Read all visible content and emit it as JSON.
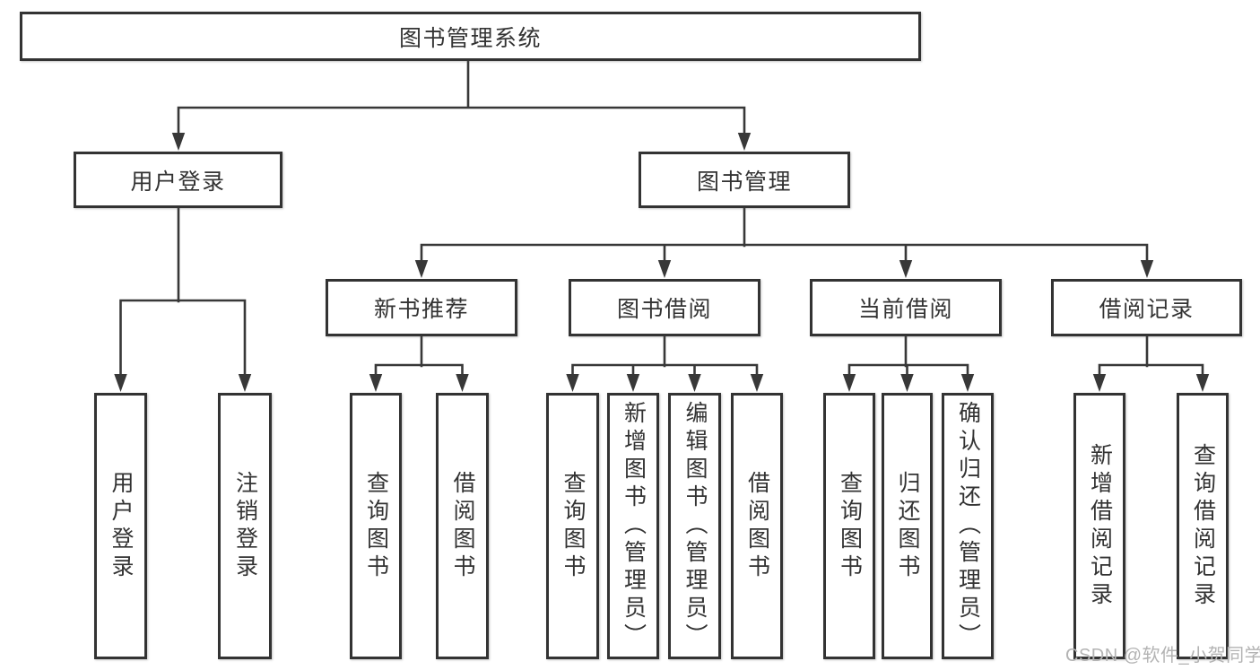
{
  "nodes": {
    "root": "图书管理系统",
    "user_login": "用户登录",
    "book_management": "图书管理",
    "new_book_recommend": "新书推荐",
    "book_borrowing": "图书借阅",
    "current_borrowing": "当前借阅",
    "borrowing_records": "借阅记录",
    "leaf_user_login": "用户登录",
    "leaf_logout": "注销登录",
    "leaf_nb_query_books": "查询图书",
    "leaf_nb_borrow_books": "借阅图书",
    "leaf_bb_query_books": "查询图书",
    "leaf_bb_add_books": "新增图书（管理员）",
    "leaf_bb_edit_books": "编辑图书（管理员）",
    "leaf_bb_borrow_books": "借阅图书",
    "leaf_cb_query_books": "查询图书",
    "leaf_cb_return_books": "归还图书",
    "leaf_cb_confirm_return": "确认归还（管理员）",
    "leaf_br_add_record": "新增借阅记录",
    "leaf_br_query_record": "查询借阅记录"
  },
  "watermark": "CSDN @软件_小贺同学",
  "colors": {
    "line": "#383838",
    "box_border": "#333333",
    "text": "#333333",
    "watermark": "#b3b3b3",
    "background": "#ffffff"
  }
}
